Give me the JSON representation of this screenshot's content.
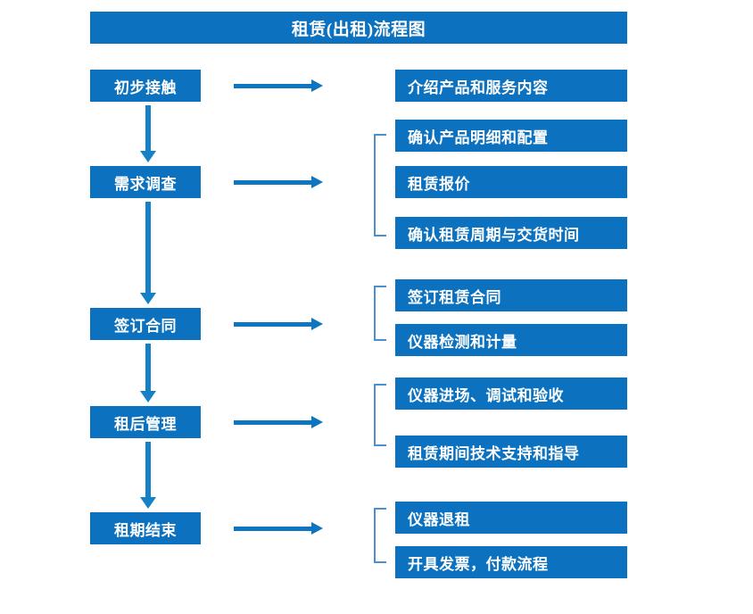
{
  "diagram": {
    "title": "租赁(出租)流程图",
    "colors": {
      "box_fill": "#0C72BF",
      "box_text": "#FFFFFF",
      "arrow": "#0E76C0",
      "vertical_arrow": "#1380C8",
      "bracket": "#4A8FD0",
      "background": "#FFFFFF"
    },
    "stages": [
      {
        "label": "初步接触"
      },
      {
        "label": "需求调查"
      },
      {
        "label": "签订合同"
      },
      {
        "label": "租后管理"
      },
      {
        "label": "租期结束"
      }
    ],
    "details": [
      {
        "label": "介绍产品和服务内容"
      },
      {
        "label": "确认产品明细和配置"
      },
      {
        "label": "租赁报价"
      },
      {
        "label": "确认租赁周期与交货时间"
      },
      {
        "label": "签订租赁合同"
      },
      {
        "label": "仪器检测和计量"
      },
      {
        "label": "仪器进场、调试和验收"
      },
      {
        "label": "租赁期间技术支持和指导"
      },
      {
        "label": "仪器退租"
      },
      {
        "label": "开具发票，付款流程"
      }
    ]
  }
}
